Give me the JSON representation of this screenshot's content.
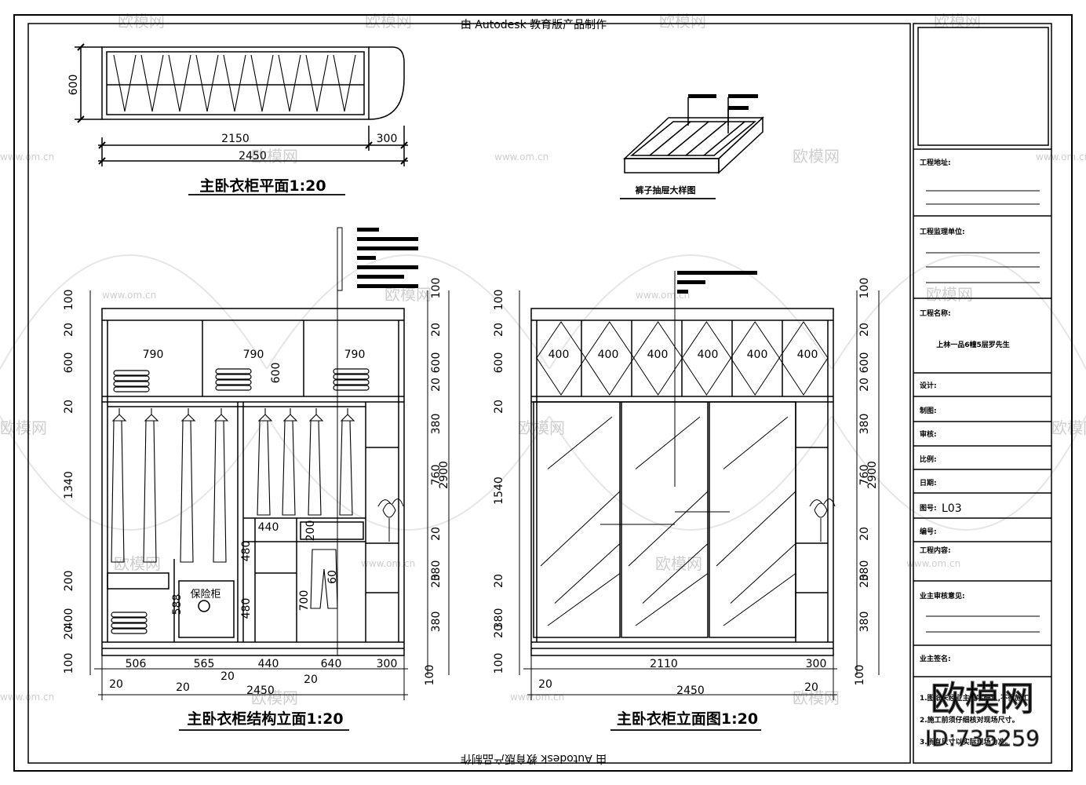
{
  "banner_top": "由 Autodesk 教育版产品制作",
  "banner_bottom": "由 Autodesk 教育版产品制作",
  "plan": {
    "title": "主卧衣柜平面1:20",
    "dim_depth": "600",
    "dim_main": "2150",
    "dim_side": "300",
    "dim_total": "2450"
  },
  "detail": {
    "caption": "裤子抽屉大样图"
  },
  "structure": {
    "title": "主卧衣柜结构立面1:20",
    "top_widths": [
      "790",
      "790",
      "790"
    ],
    "left_dims": [
      "100",
      "20",
      "600",
      "20",
      "1340",
      "200",
      "400",
      "20",
      "100"
    ],
    "right_dims": [
      "100",
      "20",
      "600",
      "20",
      "380",
      "760",
      "20",
      "380",
      "20",
      "380"
    ],
    "overall_height": "2900",
    "middle_dims": [
      "600",
      "440",
      "480",
      "480",
      "200",
      "60",
      "700",
      "588",
      "20"
    ],
    "bottom_dims": [
      "506",
      "565",
      "440",
      "640",
      "300"
    ],
    "gap_dims": [
      "20",
      "20",
      "20",
      "20"
    ],
    "total_width": "2450",
    "bottom_right": "100",
    "safe_label": "保险柜"
  },
  "elevation": {
    "title": "主卧衣柜立面图1:20",
    "top_widths": [
      "400",
      "400",
      "400",
      "400",
      "400",
      "400"
    ],
    "left_dims": [
      "100",
      "20",
      "600",
      "20",
      "1540",
      "20",
      "20",
      "380",
      "100"
    ],
    "right_dims": [
      "100",
      "20",
      "600",
      "20",
      "380",
      "760",
      "20",
      "380",
      "20",
      "380"
    ],
    "overall_height": "2900",
    "door_width": "2110",
    "side_width": "300",
    "gap_dims": [
      "20",
      "20"
    ],
    "total_width": "2450",
    "bottom_right": "100"
  },
  "title_block": {
    "labels": [
      "工程地址:",
      "工程监理单位:",
      "工程名称:",
      "设计:",
      "制图:",
      "审核:",
      "比例:",
      "日期:",
      "图号:",
      "编号:",
      "工程内容:",
      "业主审核意见:",
      "业主签名:"
    ],
    "project_name": "上林一品6幢5层罗先生",
    "drawing_no": "L03",
    "note_lines": [
      "1.图纸未经业主签字确认,不得施工。",
      "2.施工前须仔细核对现场尺寸。",
      "3.所有尺寸以实际现场为准。"
    ]
  },
  "watermarks": {
    "brand": "欧模网",
    "url": "www.om.cn",
    "id": "ID:735259"
  }
}
